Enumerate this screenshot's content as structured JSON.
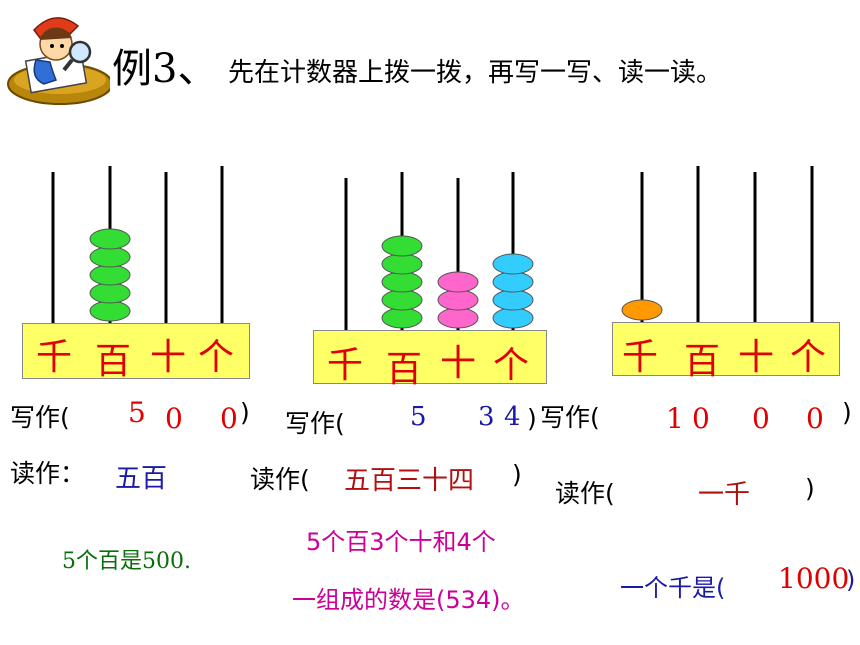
{
  "title": {
    "example": "例3、",
    "instruction": "先在计数器上拨一拨，再写一写、读一读。"
  },
  "place_labels": [
    "千",
    "百",
    "十",
    "个"
  ],
  "bead_colors": {
    "green": "#33dd33",
    "pink": "#ff66cc",
    "blue": "#33ccff",
    "orange": "#ff9900"
  },
  "abacus": [
    {
      "beads": [
        0,
        5,
        0,
        0
      ]
    },
    {
      "beads": [
        0,
        5,
        3,
        4
      ]
    },
    {
      "beads": [
        1,
        0,
        0,
        0
      ]
    }
  ],
  "panel1": {
    "write_label": "写作(",
    "write_close": ")",
    "write_digits": [
      "5",
      "0",
      "0"
    ],
    "read_label": "读作：",
    "read_value": "五百",
    "note": "5个百是500."
  },
  "panel2": {
    "write_label": "写作(",
    "write_close": ")",
    "write_digits": [
      "5",
      "3",
      "4"
    ],
    "read_label": "读作(",
    "read_value": "五百三十四",
    "read_close": ")",
    "note_line1": "5个百3个十和4个",
    "note_line2": "一组成的数是(534)。"
  },
  "panel3": {
    "write_label": "写作(",
    "write_close": ")",
    "write_digits": [
      "1",
      "0",
      "0",
      "0"
    ],
    "read_label": "读作(",
    "read_value": "一千",
    "read_close": ")",
    "note": "一个千是(",
    "note_value": "1000",
    "note_close": ")"
  }
}
